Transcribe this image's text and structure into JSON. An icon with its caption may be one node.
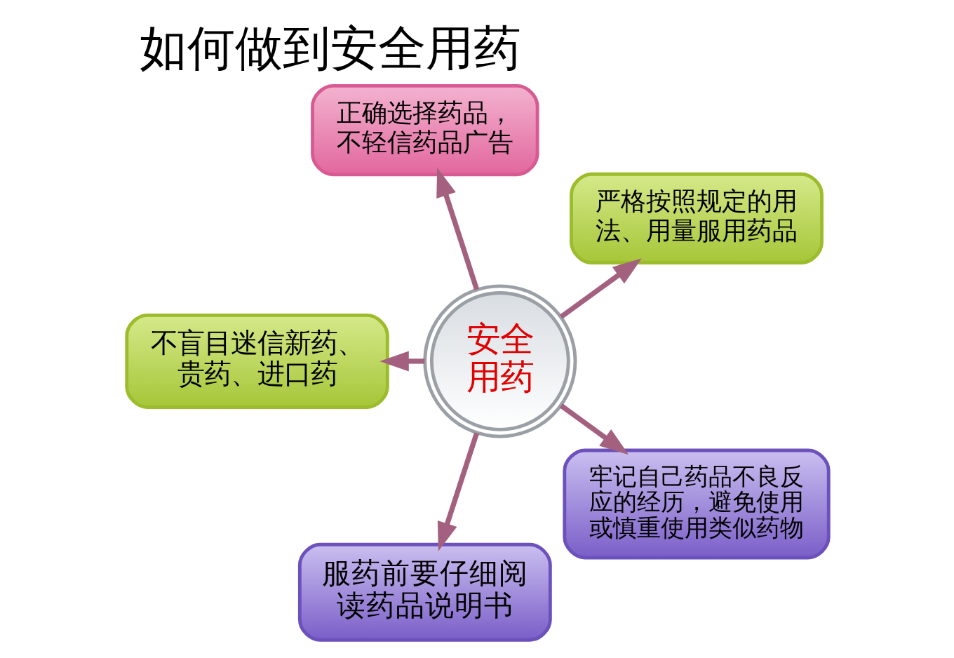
{
  "diagram": {
    "title": "如何做到安全用药",
    "nodes": [
      {
        "text": [
          "正确选择药品，不轻信药品广告"
        ]
      },
      {
        "text": [
          "严格按照规定的用法、用量服用药品"
        ]
      },
      {
        "text": [
          "不盲目迷信新药、贵药、进口药"
        ]
      },
      {
        "text": [
          "安全用药"
        ]
      },
      {
        "text": [
          "牢记自己药品不良反应的经历，避免使用或慎重使用类似药物"
        ]
      },
      {
        "text": [
          "服药前要仔细阅读药品说明书"
        ]
      }
    ],
    "edges": [
      {
        "from": 3,
        "to": 0,
        "arrow": "to"
      },
      {
        "from": 3,
        "to": 1,
        "arrow": "to"
      },
      {
        "from": 3,
        "to": 2,
        "arrow": "to"
      },
      {
        "from": 3,
        "to": 4,
        "arrow": "to"
      },
      {
        "from": 3,
        "to": 5,
        "arrow": "to"
      }
    ]
  }
}
